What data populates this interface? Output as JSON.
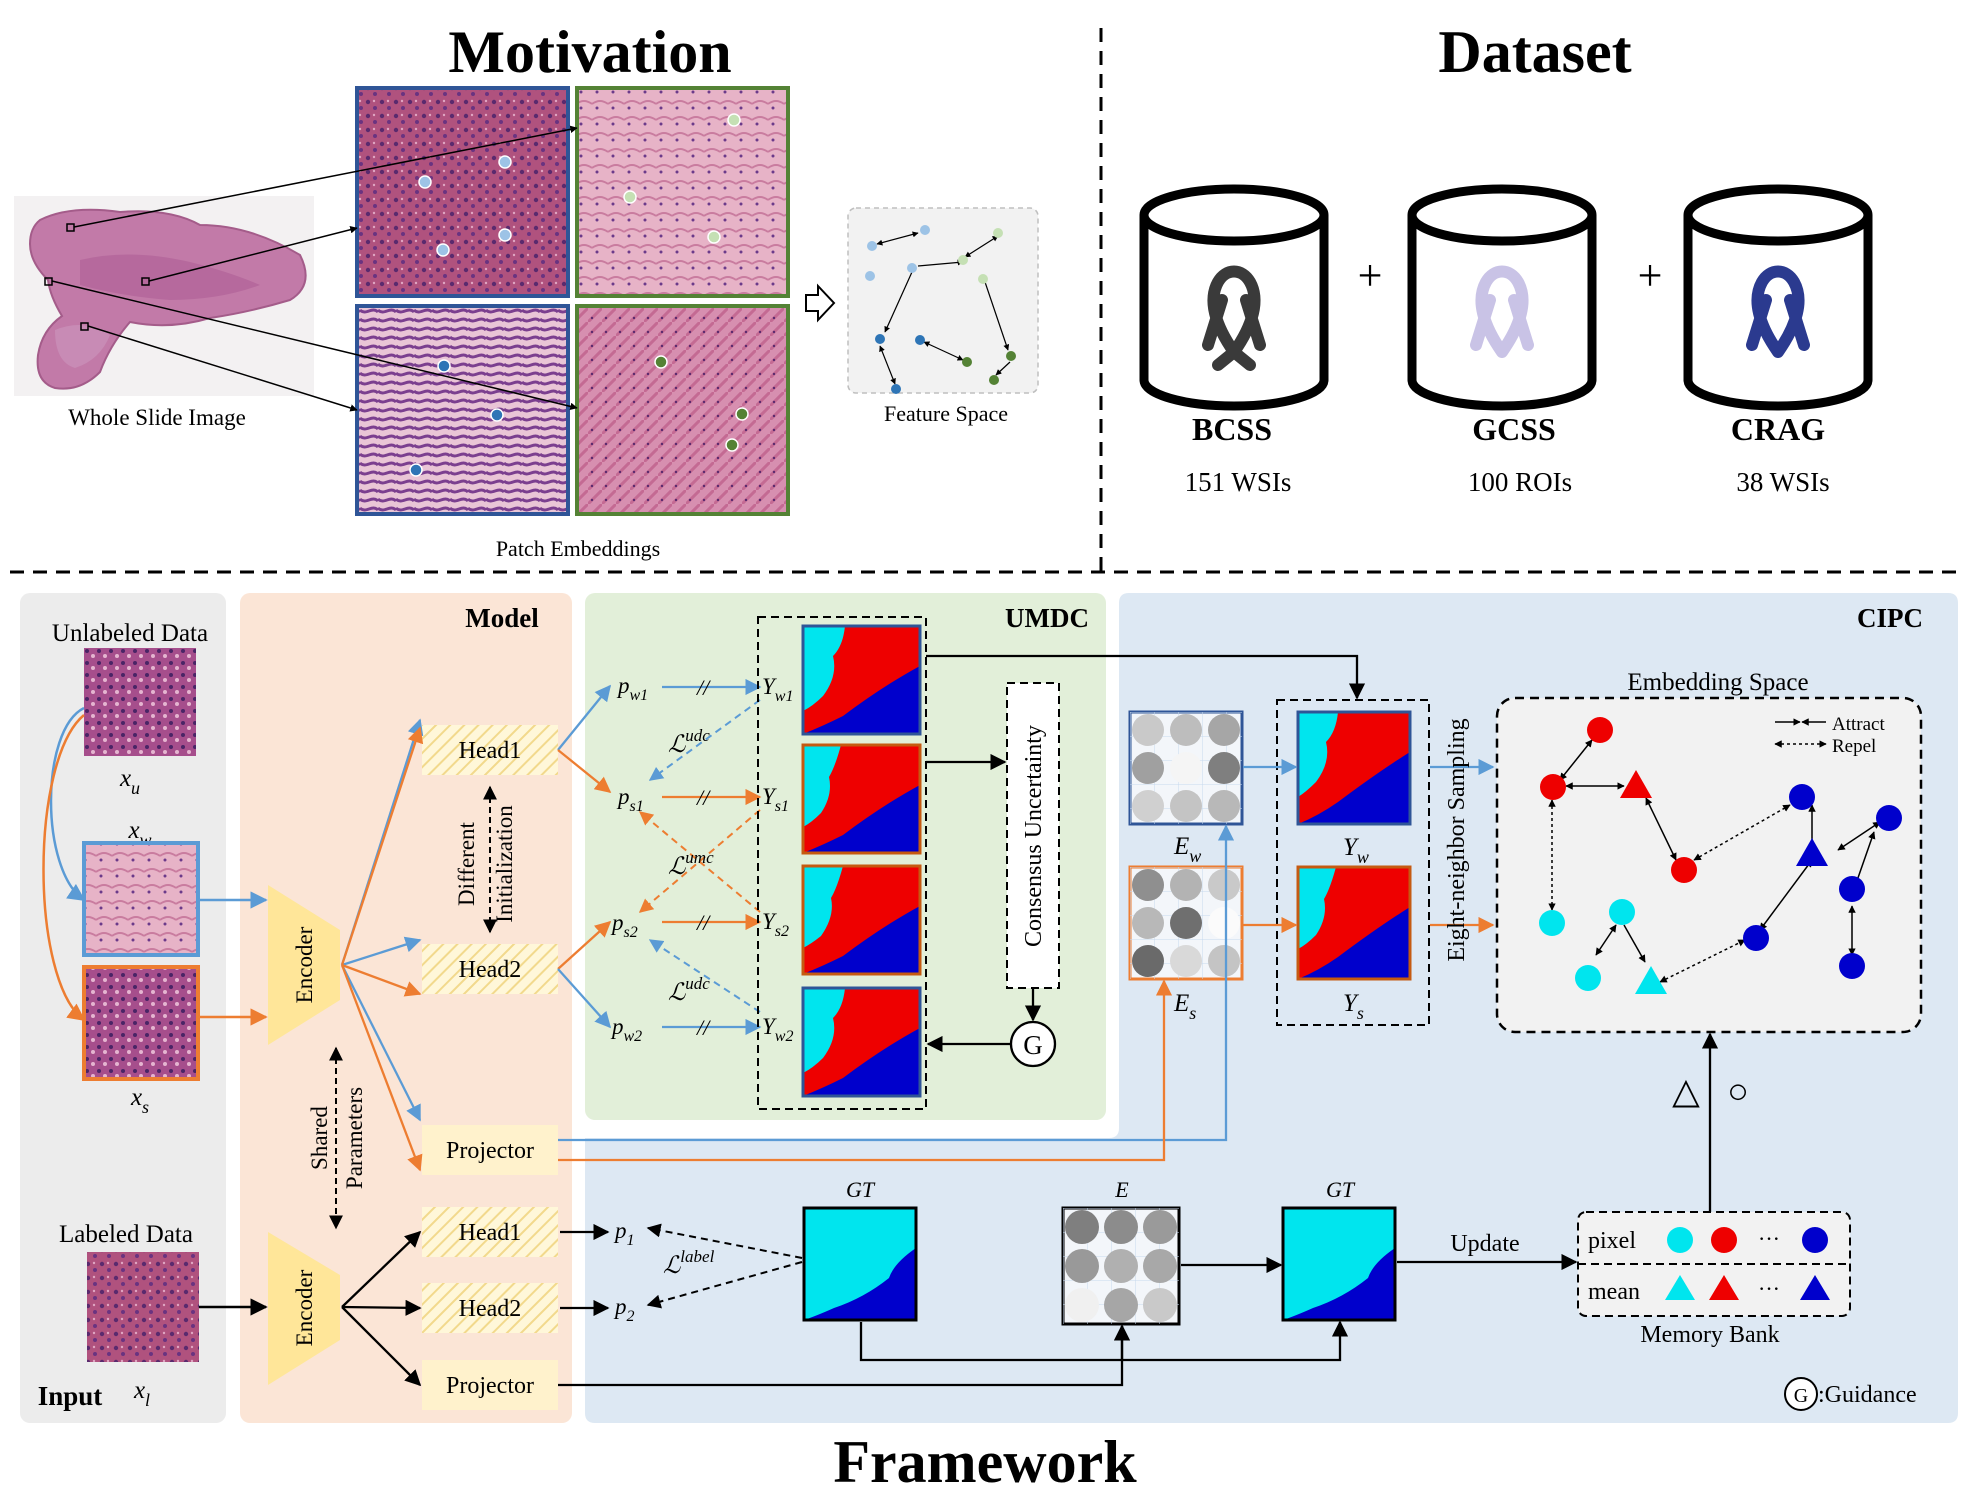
{
  "sections": {
    "motivation": "Motivation",
    "dataset": "Dataset",
    "framework": "Framework"
  },
  "motivation": {
    "wsi_label": "Whole Slide Image",
    "patch_label": "Patch Embeddings",
    "feature_label": "Feature Space"
  },
  "dataset": {
    "items": [
      {
        "name": "BCSS",
        "count": "151 WSIs",
        "ribbon_color": "#3a3a3a"
      },
      {
        "name": "GCSS",
        "count": "100 ROIs",
        "ribbon_color": "#c9c3e6"
      },
      {
        "name": "CRAG",
        "count": "38 WSIs",
        "ribbon_color": "#2b3a8f"
      }
    ],
    "plus": "+"
  },
  "input": {
    "title": "Input",
    "unlabeled": "Unlabeled Data",
    "labeled": "Labeled Data",
    "xu": "x",
    "xu_sub": "u",
    "xw": "x",
    "xw_sub": "w",
    "xs": "x",
    "xs_sub": "s",
    "xl": "x",
    "xl_sub": "l"
  },
  "model": {
    "title": "Model",
    "encoder": "Encoder",
    "head1": "Head1",
    "head2": "Head2",
    "projector": "Projector",
    "different": "Different",
    "initialization": "Initialization",
    "shared": "Shared",
    "parameters": "Parameters"
  },
  "umdc": {
    "title": "UMDC",
    "pw1": "p",
    "pw1_sub": "w1",
    "ps1": "p",
    "ps1_sub": "s1",
    "ps2": "p",
    "ps2_sub": "s2",
    "pw2": "p",
    "pw2_sub": "w2",
    "yw1": "Y",
    "yw1_sub": "w1",
    "ys1": "Y",
    "ys1_sub": "s1",
    "ys2": "Y",
    "ys2_sub": "s2",
    "yw2": "Y",
    "yw2_sub": "w2",
    "lossudc": "ℒ",
    "lossudc_sup": "udc",
    "lossumc": "ℒ",
    "lossumc_sup": "umc",
    "consensus": "Consensus Uncertainty",
    "guidance_symbol": "G",
    "stop_grad": "//"
  },
  "cipc": {
    "title": "CIPC",
    "ew": "E",
    "ew_sub": "w",
    "es": "E",
    "es_sub": "s",
    "yw": "Y",
    "yw_sub": "w",
    "ys": "Y",
    "ys_sub": "s",
    "sampling": "Eight-neighbor Sampling",
    "embedding_space": "Embedding Space",
    "attract": "Attract",
    "repel": "Repel",
    "guidance_legend": ":Guidance",
    "memory_bank": "Memory Bank",
    "pixel": "pixel",
    "mean": "mean",
    "ellipsis": "···",
    "update": "Update",
    "gt": "GT",
    "e": "E",
    "p1": "p",
    "p1_sub": "1",
    "p2": "p",
    "p2_sub": "2",
    "losslabel": "ℒ",
    "losslabel_sup": "label",
    "triangle_symbol": "△",
    "circle_symbol": "○"
  },
  "colors": {
    "blue_arrow": "#5b9bd5",
    "orange_arrow": "#ed7d31",
    "cyan": "#00e5ee",
    "red": "#ee0000",
    "navy": "#0000cc",
    "input_bg": "#ececec",
    "model_bg": "#fbe5d6",
    "umdc_bg": "#e2efd9",
    "cipc_bg": "#dde8f3"
  }
}
